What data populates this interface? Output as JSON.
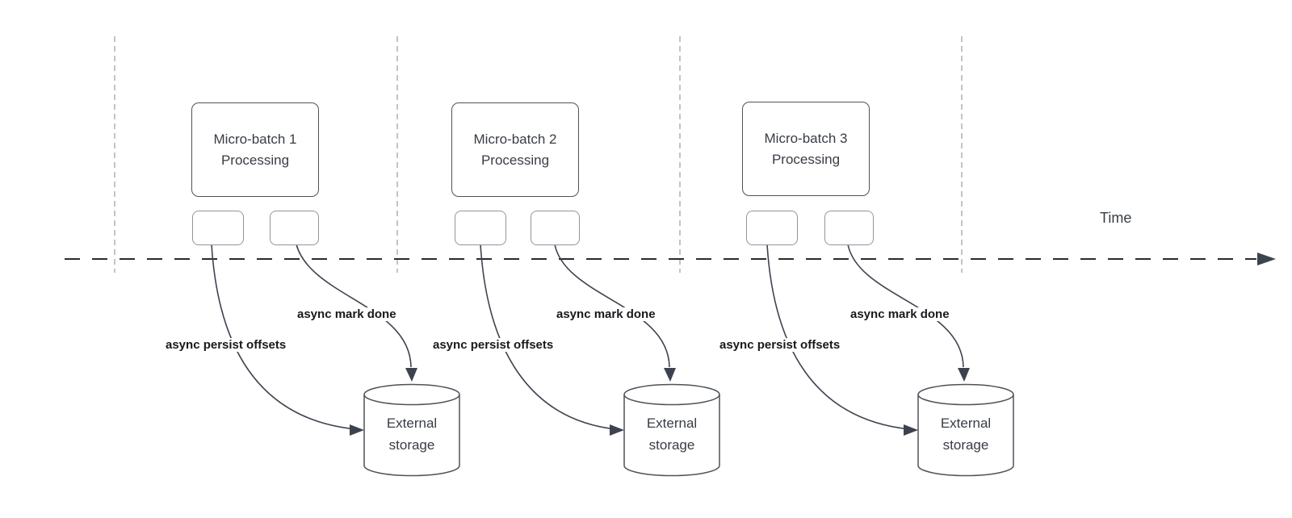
{
  "timeline": {
    "label": "Time"
  },
  "groups": [
    {
      "name": "Micro-batch 1",
      "subtitle": "Processing",
      "persist_label": "async persist offsets",
      "mark_done_label": "async mark done",
      "storage_name": "External",
      "storage_subtitle": "storage"
    },
    {
      "name": "Micro-batch 2",
      "subtitle": "Processing",
      "persist_label": "async persist offsets",
      "mark_done_label": "async mark done",
      "storage_name": "External",
      "storage_subtitle": "storage"
    },
    {
      "name": "Micro-batch 3",
      "subtitle": "Processing",
      "persist_label": "async persist offsets",
      "mark_done_label": "async mark done",
      "storage_name": "External",
      "storage_subtitle": "storage"
    }
  ],
  "colors": {
    "background": "#ffffff",
    "stroke_dark": "#3d434e",
    "box_border": "#4d525a",
    "small_box_border": "#8f959d",
    "guide_line": "#abb0b8",
    "timeline": "#2b2b2b",
    "label_text": "#17191c",
    "body_text": "#383d45"
  }
}
